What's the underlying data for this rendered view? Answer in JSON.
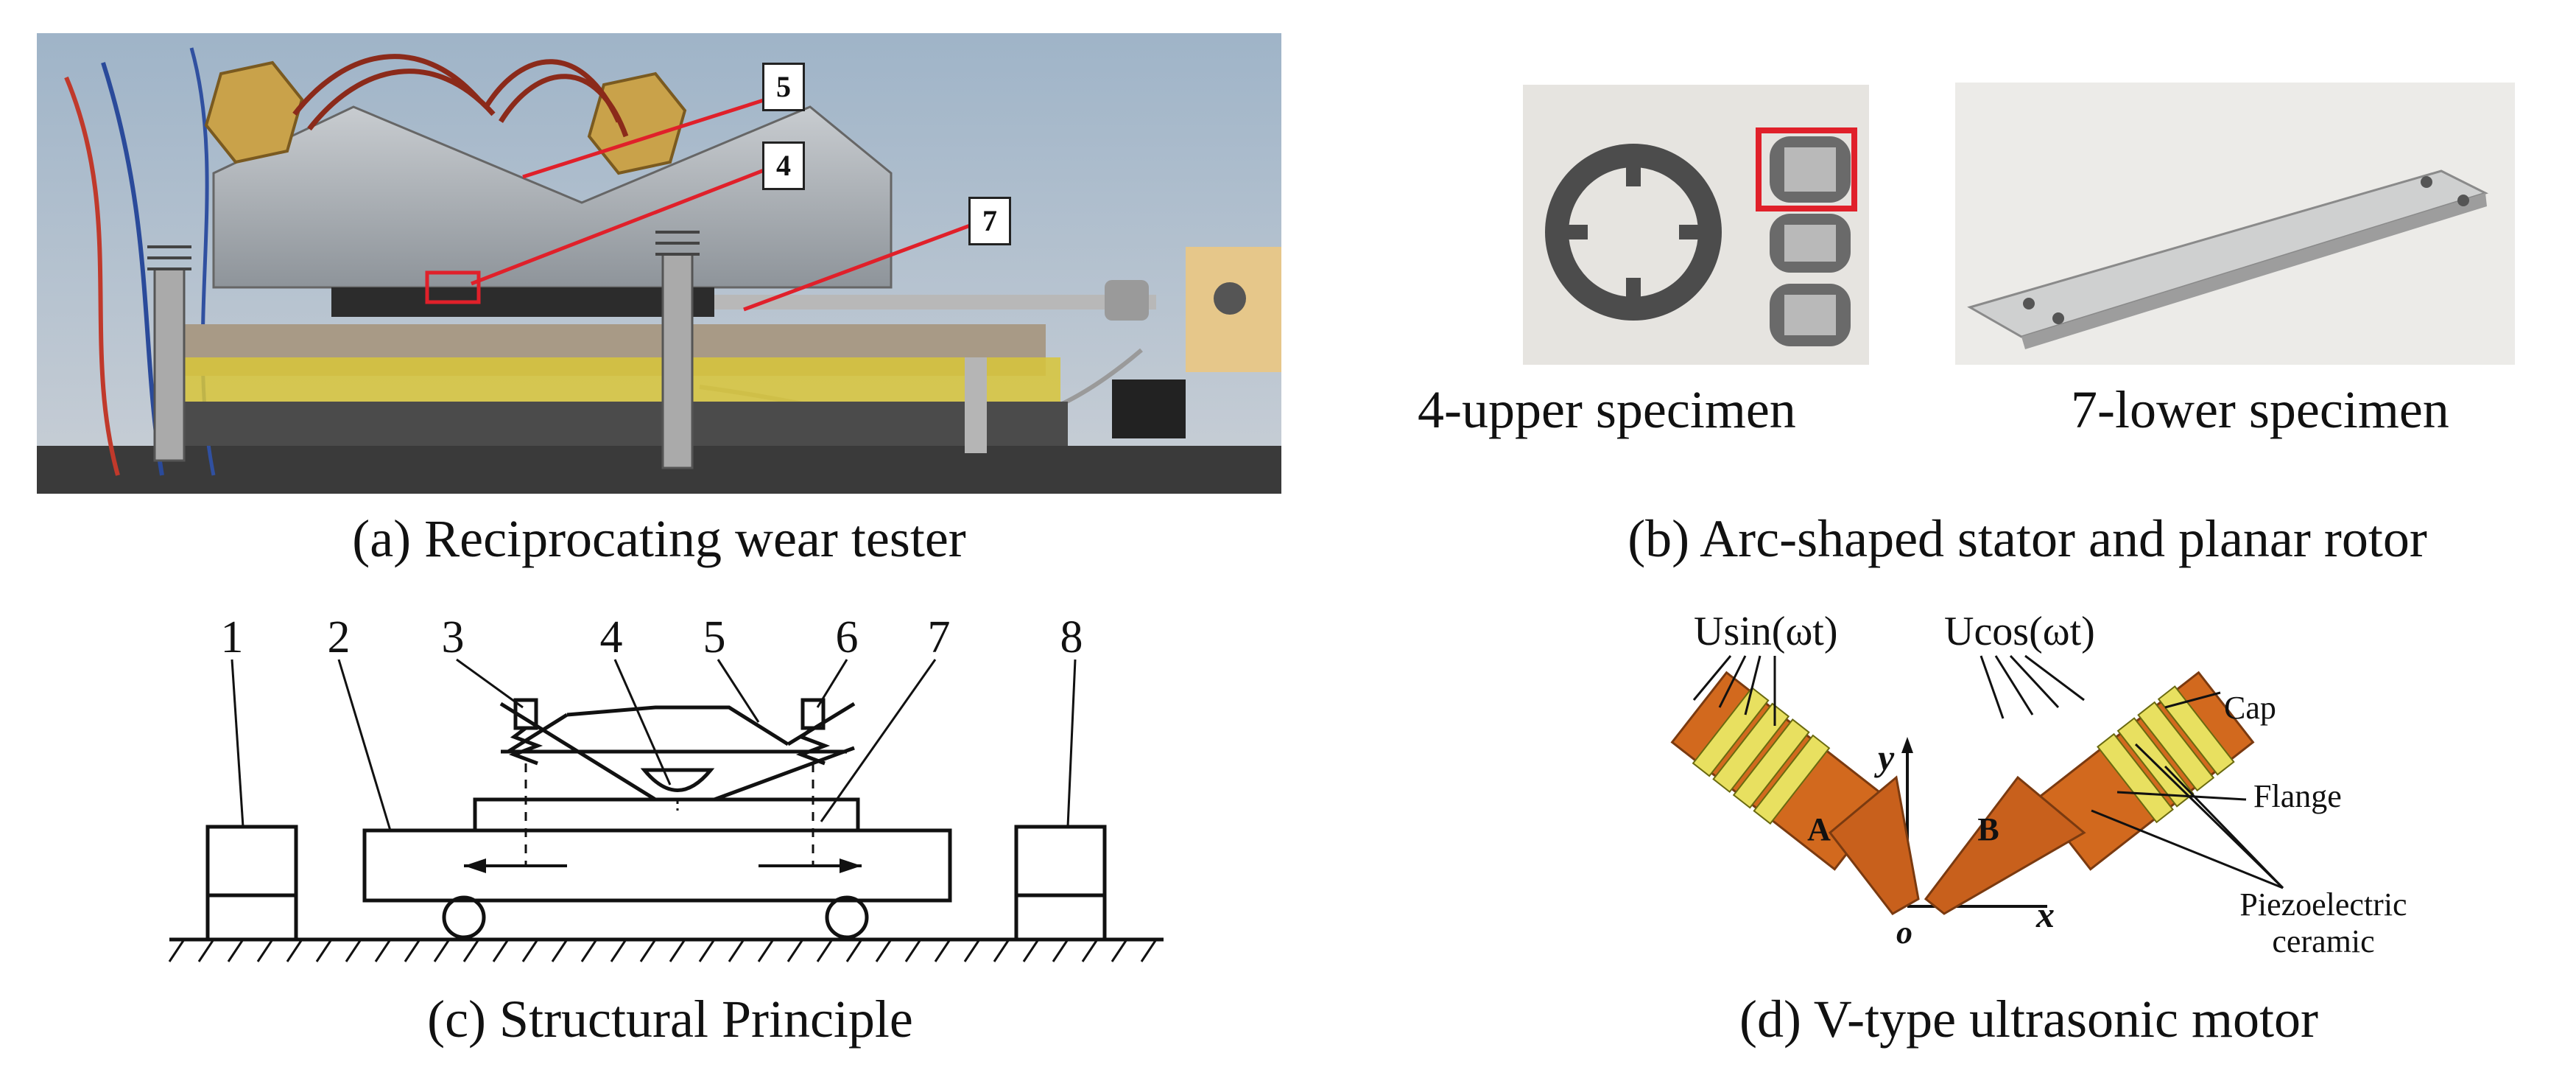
{
  "panels": {
    "a": {
      "caption": "(a) Reciprocating wear tester",
      "callouts": [
        "5",
        "4",
        "7"
      ]
    },
    "b": {
      "caption": "(b) Arc-shaped stator and planar rotor",
      "upper_label": "4-upper specimen",
      "lower_label": "7-lower specimen"
    },
    "c": {
      "caption": "(c) Structural Principle",
      "numbers": [
        "1",
        "2",
        "3",
        "4",
        "5",
        "6",
        "7",
        "8"
      ]
    },
    "d": {
      "caption": "(d) V-type ultrasonic motor",
      "signal_left": "Usin(ωt)",
      "signal_right": "Ucos(ωt)",
      "label_cap": "Cap",
      "label_flange": "Flange",
      "label_piezo_1": "Piezoelectric",
      "label_piezo_2": "ceramic",
      "foot_a": "A",
      "foot_b": "B",
      "axis_y": "y",
      "axis_x": "x",
      "origin": "o"
    }
  },
  "colors": {
    "highlight_red": "#e0202a",
    "copper": "#d2691e",
    "ceramic": "#e8e060"
  }
}
